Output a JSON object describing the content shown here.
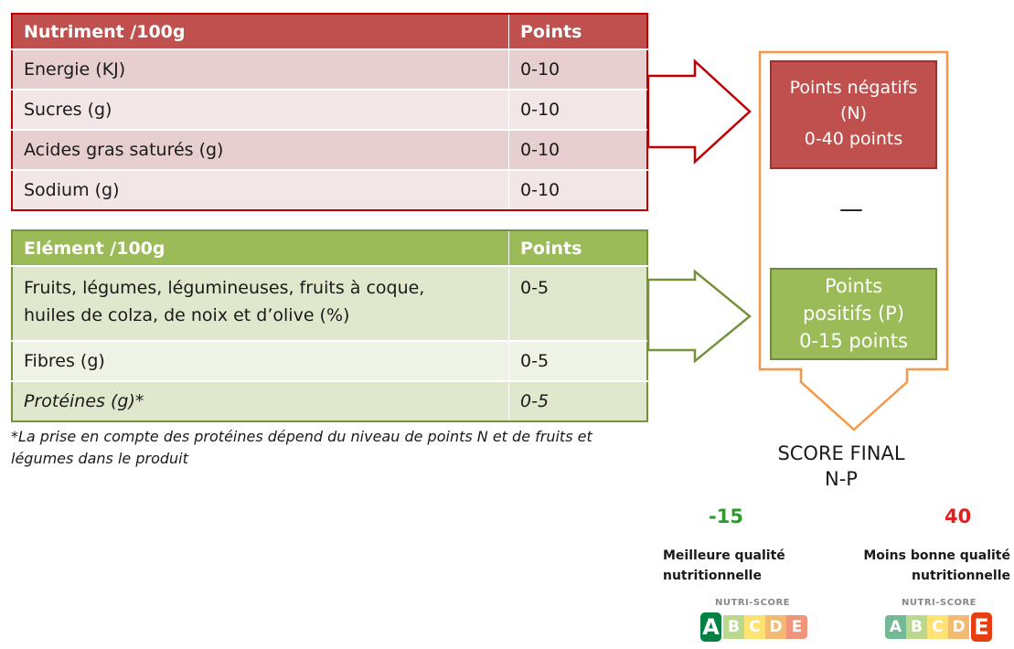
{
  "negative_table": {
    "header": [
      "Nutriment /100g",
      "Points"
    ],
    "rows": [
      [
        "Energie (KJ)",
        "0-10"
      ],
      [
        "Sucres (g)",
        "0-10"
      ],
      [
        "Acides gras saturés (g)",
        "0-10"
      ],
      [
        "Sodium (g)",
        "0-10"
      ]
    ]
  },
  "positive_table": {
    "header": [
      "Elément /100g",
      "Points"
    ],
    "rows": [
      [
        "Fruits, légumes, légumineuses, fruits à coque, huiles de colza, de noix et d’olive (%)",
        "0-5"
      ],
      [
        "Fibres (g)",
        "0-5"
      ],
      [
        "Protéines (g)*",
        "0-5"
      ]
    ]
  },
  "footnote": "*La prise en compte des protéines dépend du niveau de points N et de fruits et légumes dans le produit",
  "negative_box": [
    "Points négatifs",
    "(N)",
    "0-40 points"
  ],
  "minus_sign": "—",
  "positive_box": [
    "Points",
    "positifs (P)",
    "0-15 points"
  ],
  "score": {
    "title": "SCORE FINAL",
    "formula": "N-P",
    "min_value": "-15",
    "max_value": "40",
    "best_label": [
      "Meilleure qualité",
      "nutritionnelle"
    ],
    "worst_label": [
      "Moins bonne qualité",
      "nutritionnelle"
    ]
  },
  "nutriscore": {
    "label": "NUTRI-SCORE",
    "letters": [
      "A",
      "B",
      "C",
      "D",
      "E"
    ],
    "colors": [
      "#038141",
      "#85bb2f",
      "#fecb02",
      "#ee8100",
      "#e63e11"
    ],
    "best_active": "A",
    "worst_active": "E"
  },
  "colors": {
    "negative_accent": "#c0504d",
    "positive_accent": "#9bbb59",
    "flow_outline": "#f79646",
    "best_score": "#2e9a2e",
    "worst_score": "#e41e1e"
  }
}
